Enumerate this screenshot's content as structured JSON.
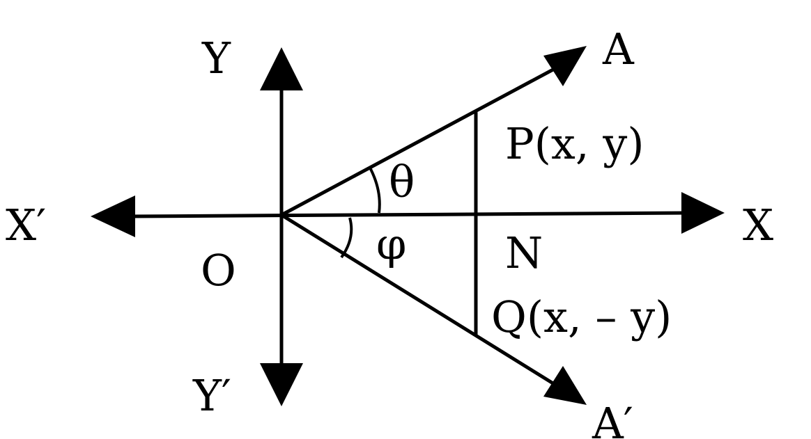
{
  "diagram": {
    "labels": {
      "x_axis_pos": "X",
      "x_axis_neg": "X′",
      "y_axis_pos": "Y",
      "y_axis_neg": "Y′",
      "origin": "O",
      "ray_upper": "A",
      "ray_lower": "A′",
      "point_p": "P(x, y)",
      "point_q": "Q(x, – y)",
      "foot_n": "N",
      "angle_upper": "θ",
      "angle_lower": "φ"
    },
    "colors": {
      "stroke": "#000000",
      "background": "#ffffff"
    }
  }
}
